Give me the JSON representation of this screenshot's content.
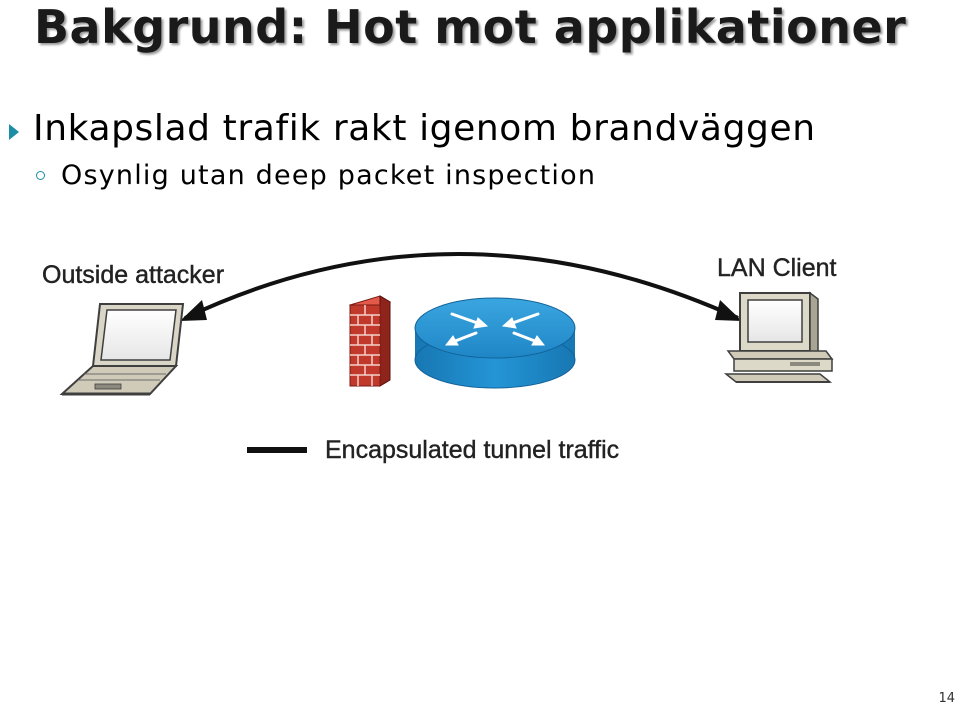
{
  "slide": {
    "title": "Bakgrund: Hot mot applikationer",
    "bullet": "Inkapslad trafik rakt igenom brandväggen",
    "sub_bullet": "Osynlig utan deep packet inspection",
    "page_number": "14"
  },
  "diagram": {
    "left_device_label": "Outside attacker",
    "right_device_label": "LAN Client",
    "legend_label": "Encapsulated tunnel traffic",
    "left_device_icon": "laptop-icon",
    "right_device_icon": "desktop-computer-icon",
    "firewall_icon": "firewall-brick-icon",
    "router_icon": "router-icon",
    "colors": {
      "router_fill": "#1f8fcf",
      "firewall_brick": "#c0392b",
      "accent_bullet": "#1b8ea5"
    }
  }
}
